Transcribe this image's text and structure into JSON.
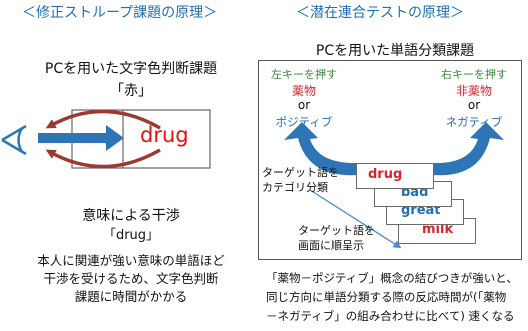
{
  "left_panel": {
    "header": "＜修正ストループ課題の原理＞",
    "title": "PCを用いた文字色判断課題",
    "color_word": "「赤」",
    "stimulus_word": "drug",
    "subtitle": "意味による干渉",
    "drug_quote": "「drug」",
    "explanation_lines": [
      "本人に関連が強い意味の単語ほど",
      "干渉を受けるため、文字色判断",
      "課題に時間がかかる"
    ],
    "colors": {
      "header": "#1f6fb5",
      "arrow_red": "#9c3a32",
      "arrow_blue": "#2e75b6",
      "drug_red": "#e8110f"
    }
  },
  "right_panel": {
    "header": "＜潜在連合テストの原理＞",
    "title": "PCを用いた単語分類課題",
    "left_key": {
      "label": "左キーを押す",
      "word1": "薬物",
      "or": "or",
      "word2": "ポジティブ"
    },
    "right_key": {
      "label": "右キーを押す",
      "word1": "非薬物",
      "or": "or",
      "word2": "ネガティブ"
    },
    "target_label_1": [
      "ターゲット語を",
      "カテゴリ分類"
    ],
    "target_label_2": [
      "ターゲット語を",
      "画面に順呈示"
    ],
    "cards": [
      "drug",
      "bad",
      "great",
      "milk"
    ],
    "bottom_lines": [
      "「薬物－ポジティブ」概念の結びつきが強いと、",
      "同じ方向に単語分類する際の反応時間が(「薬物",
      "－ネガティブ」の組み合わせに比べて) 速くなる"
    ],
    "colors": {
      "key_label_green": "#3a8a3a",
      "red": "#d8262b",
      "blue": "#1f6fb5",
      "arrow_blue": "#2e75b6"
    }
  }
}
